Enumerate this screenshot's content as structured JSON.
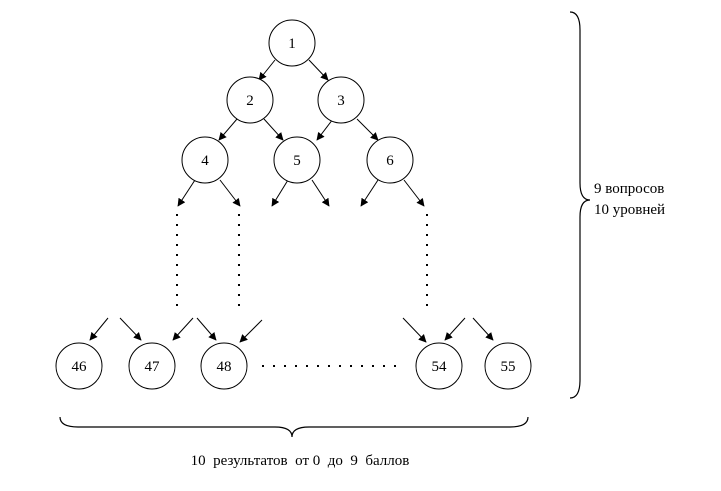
{
  "nodes": [
    "1",
    "2",
    "3",
    "4",
    "5",
    "6",
    "46",
    "47",
    "48",
    "54",
    "55"
  ],
  "edges": [
    [
      "1",
      "2"
    ],
    [
      "1",
      "3"
    ],
    [
      "2",
      "4"
    ],
    [
      "2",
      "5"
    ],
    [
      "3",
      "5"
    ],
    [
      "3",
      "6"
    ]
  ],
  "annotations": {
    "levels_line1": "9 вопросов",
    "levels_line2": "10 уровней",
    "results": "10  результатов  от 0  до  9  баллов"
  },
  "colors": {
    "stroke": "#000000",
    "background": "#ffffff"
  }
}
